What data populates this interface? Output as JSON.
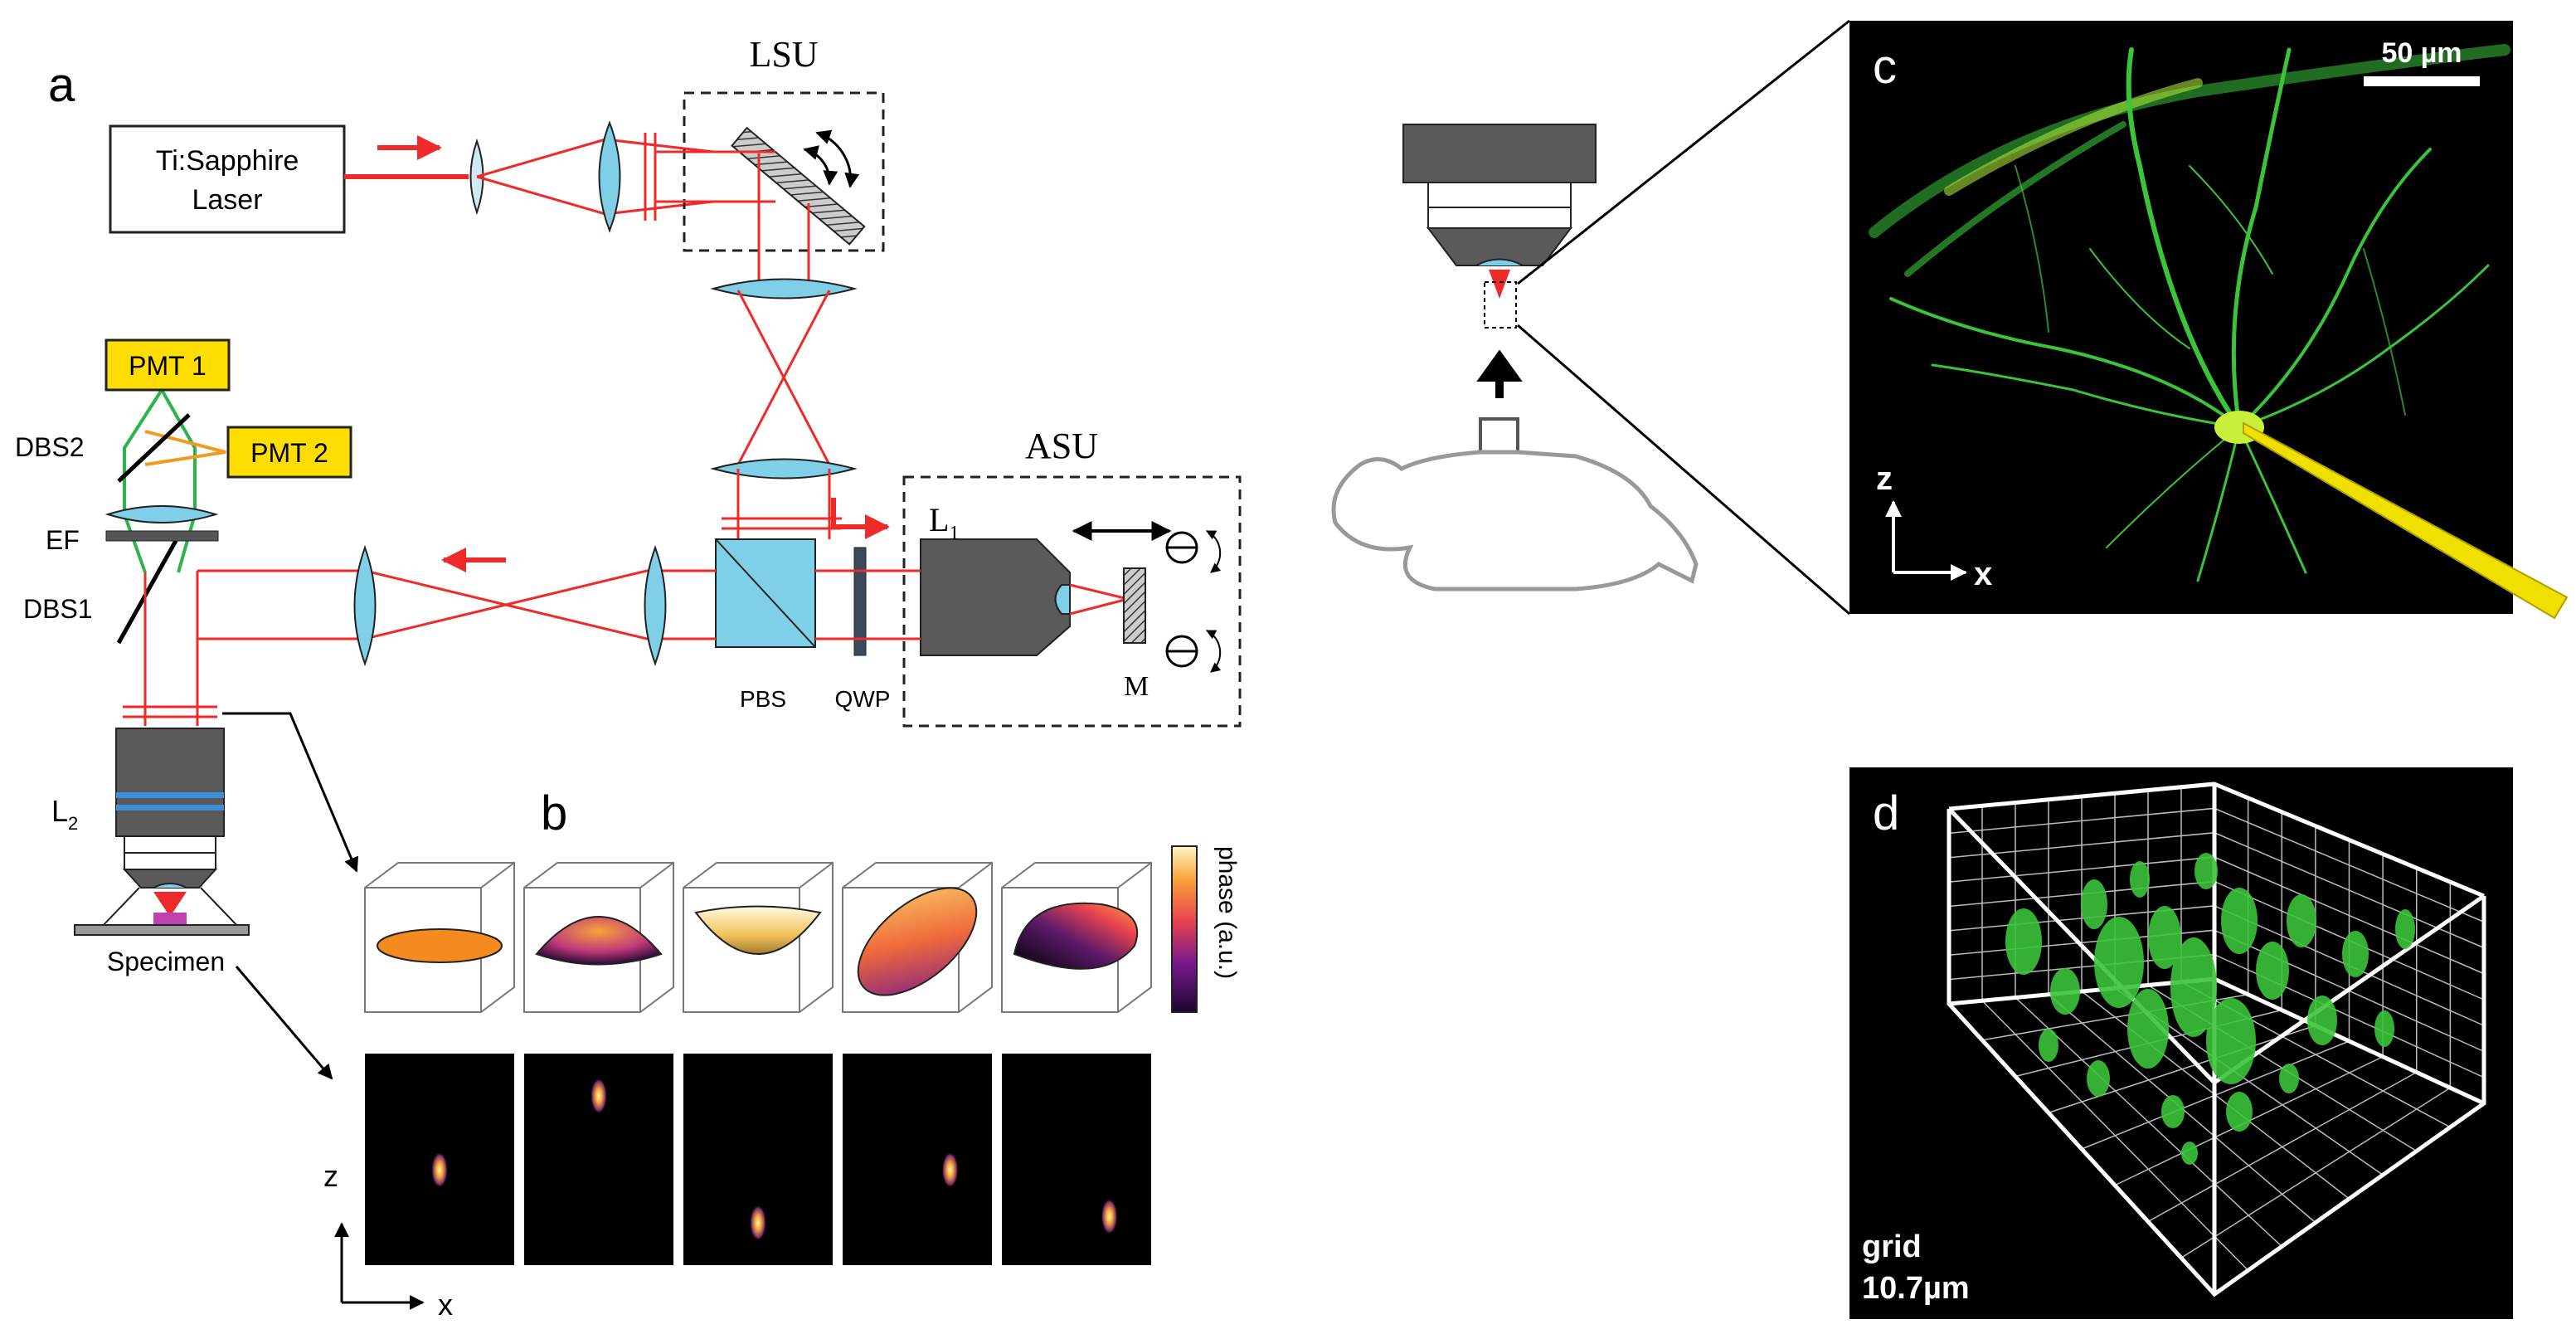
{
  "panels": {
    "a": {
      "letter": "a",
      "laser_label": [
        "Ti:Sapphire",
        "Laser"
      ],
      "lsu_label": "LSU",
      "asu_label": "ASU",
      "pmt1_label": "PMT 1",
      "pmt2_label": "PMT 2",
      "dbs2_label": "DBS2",
      "ef_label": "EF",
      "dbs1_label": "DBS1",
      "pbs_label": "PBS",
      "qwp_label": "QWP",
      "l1_label": "L",
      "l1_sub": "1",
      "m_label": "M",
      "l2_label": "L",
      "l2_sub": "2",
      "specimen_label": "Specimen"
    },
    "b": {
      "letter": "b",
      "colorbar_label": "phase (a.u.)",
      "axis_z": "z",
      "axis_x": "x",
      "focus_positions": [
        {
          "x": 0.5,
          "z": 0.55
        },
        {
          "x": 0.5,
          "z": 0.2
        },
        {
          "x": 0.5,
          "z": 0.8
        },
        {
          "x": 0.72,
          "z": 0.55
        },
        {
          "x": 0.72,
          "z": 0.77
        }
      ]
    },
    "c": {
      "letter": "c",
      "scalebar_label": "50 µm",
      "axis_z": "z",
      "axis_x": "x"
    },
    "d": {
      "letter": "d",
      "grid_label": [
        "grid",
        "10.7µm"
      ]
    }
  },
  "colors": {
    "beam": "#ee2a2a",
    "lens_fill": "#7fcfe8",
    "pmt_fill": "#ffdd00",
    "green_path": "#2cb34a",
    "orange_path": "#f29a1e",
    "objective_dark": "#5a5a5a",
    "neuron_green": "#39c43a",
    "pipette": "#f0e000"
  }
}
